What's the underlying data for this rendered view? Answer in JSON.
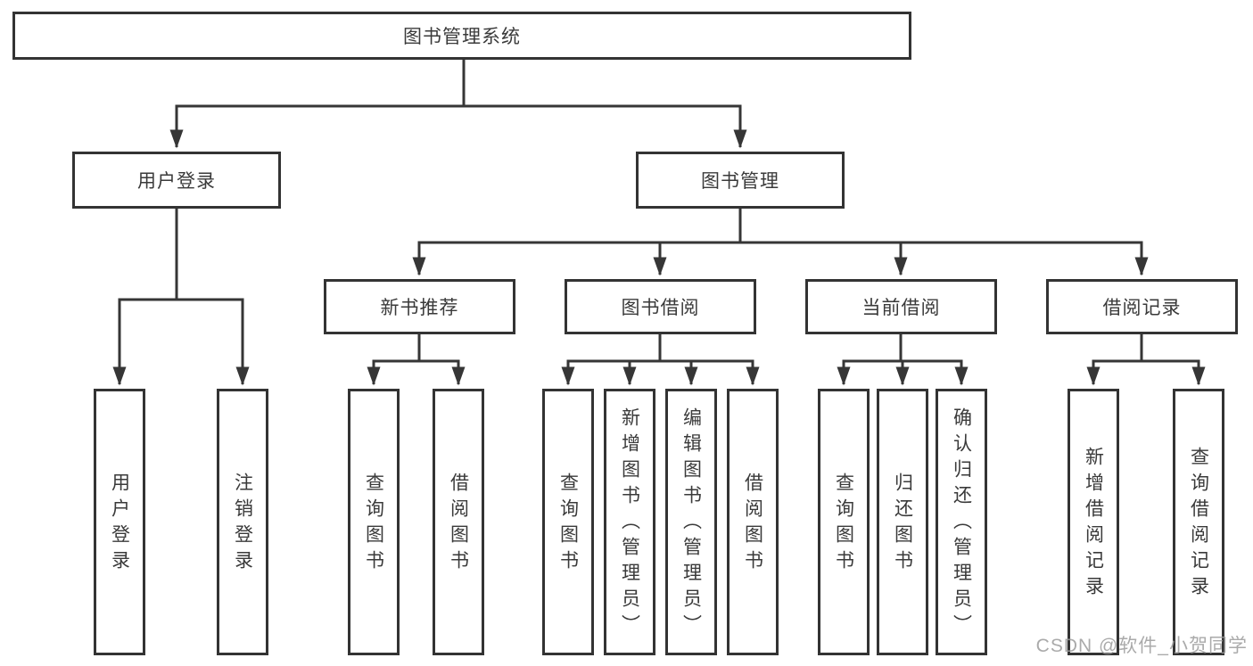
{
  "diagram": {
    "root": "图书管理系统",
    "level2": {
      "user_login": "用户登录",
      "book_mgmt": "图书管理"
    },
    "level3": {
      "new_books": "新书推荐",
      "borrowing": "图书借阅",
      "current": "当前借阅",
      "records": "借阅记录"
    },
    "leaves": {
      "user_login": [
        "用户登录",
        "注销登录"
      ],
      "new_books": [
        "查询图书",
        "借阅图书"
      ],
      "borrowing": [
        "查询图书",
        "新增图书（管理员）",
        "编辑图书（管理员）",
        "借阅图书"
      ],
      "current": [
        "查询图书",
        "归还图书",
        "确认归还（管理员）"
      ],
      "records": [
        "新增借阅记录",
        "查询借阅记录"
      ]
    }
  },
  "watermark": "CSDN @软件_小贺同学",
  "colors": {
    "line": "#363636",
    "box_border": "#333333",
    "text": "#3a3a3a",
    "watermark": "#9b9b9b",
    "background": "#ffffff"
  }
}
